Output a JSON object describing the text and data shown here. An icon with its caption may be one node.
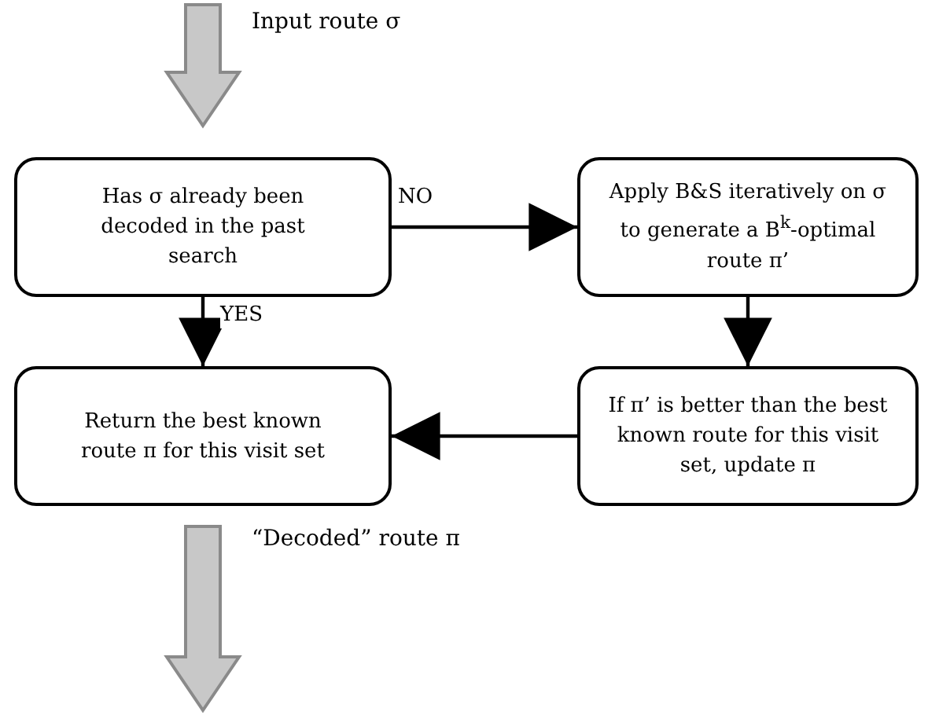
{
  "diagram": {
    "nodes": [
      {
        "text": [
          "Has σ already been decoded in the past search"
        ]
      },
      {
        "text": [
          "Apply B&S iteratively on σ to generate a B$^{k}$-optimal route π’"
        ]
      },
      {
        "text": [
          "Return the best known route π for this visit set"
        ]
      },
      {
        "text": [
          "If π’ is better than the best known route for this visit set, update π"
        ]
      }
    ],
    "edges": [
      {
        "from": null,
        "to": 0,
        "arrow": "to",
        "label": "Input route σ",
        "style": "thick",
        "color": "#c8c8c8"
      },
      {
        "from": 0,
        "to": 1,
        "arrow": "to",
        "label": "NO"
      },
      {
        "from": 0,
        "to": 2,
        "arrow": "to",
        "label": "YES"
      },
      {
        "from": 1,
        "to": 3,
        "arrow": "to"
      },
      {
        "from": 3,
        "to": 2,
        "arrow": "to"
      },
      {
        "from": 2,
        "to": null,
        "arrow": "to",
        "label": "“Decoded” route π",
        "style": "thick",
        "color": "#c8c8c8"
      }
    ]
  }
}
